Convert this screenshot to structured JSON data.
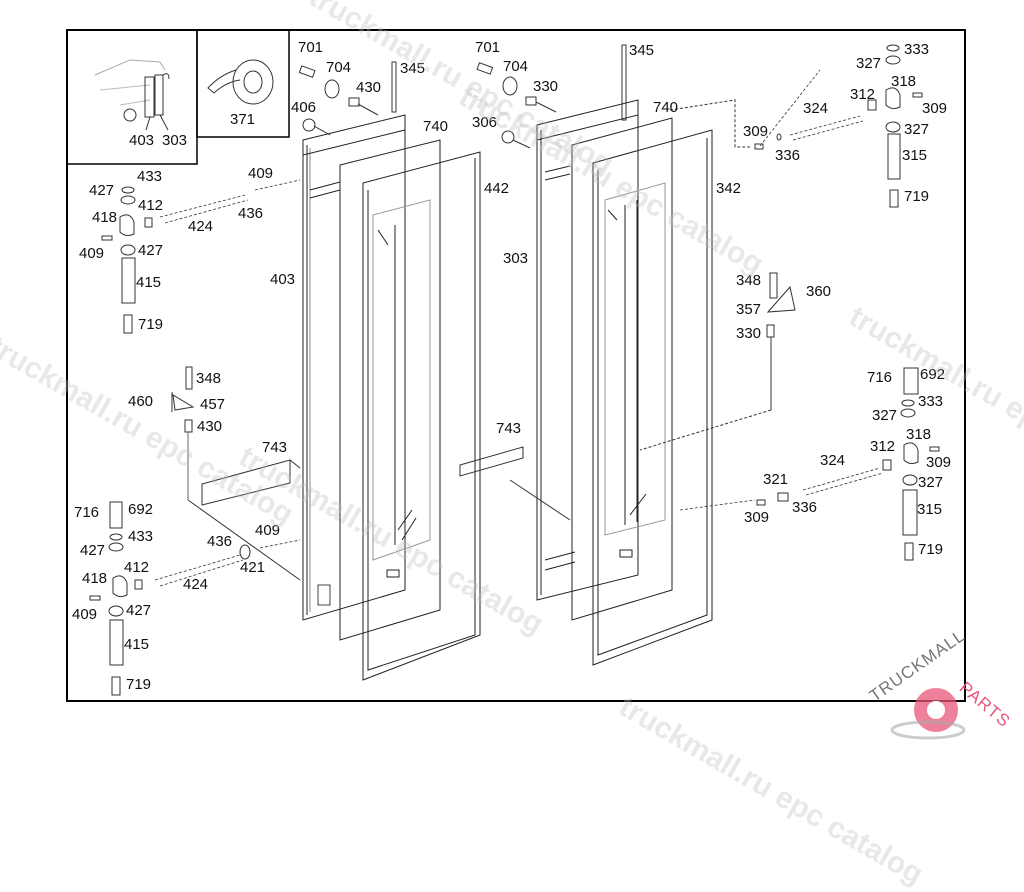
{
  "diagram": {
    "type": "exploded parts diagram",
    "subject": "door assemblies with hinge parts",
    "inset_labels": [
      "403",
      "303",
      "371"
    ],
    "labels": [
      {
        "id": "l1",
        "text": "701"
      },
      {
        "id": "l2",
        "text": "704"
      },
      {
        "id": "l3",
        "text": "345"
      },
      {
        "id": "l4",
        "text": "430"
      },
      {
        "id": "l5",
        "text": "406"
      },
      {
        "id": "l6",
        "text": "740"
      },
      {
        "id": "l7",
        "text": "442"
      },
      {
        "id": "l8",
        "text": "403"
      },
      {
        "id": "l9",
        "text": "701"
      },
      {
        "id": "l10",
        "text": "704"
      },
      {
        "id": "l11",
        "text": "330"
      },
      {
        "id": "l12",
        "text": "345"
      },
      {
        "id": "l13",
        "text": "306"
      },
      {
        "id": "l14",
        "text": "740"
      },
      {
        "id": "l15",
        "text": "342"
      },
      {
        "id": "l16",
        "text": "303"
      },
      {
        "id": "l17",
        "text": "333"
      },
      {
        "id": "l18",
        "text": "327"
      },
      {
        "id": "l19",
        "text": "318"
      },
      {
        "id": "l20",
        "text": "312"
      },
      {
        "id": "l21",
        "text": "309"
      },
      {
        "id": "l22",
        "text": "324"
      },
      {
        "id": "l23",
        "text": "327"
      },
      {
        "id": "l24",
        "text": "309"
      },
      {
        "id": "l25",
        "text": "336"
      },
      {
        "id": "l26",
        "text": "315"
      },
      {
        "id": "l27",
        "text": "719"
      },
      {
        "id": "l28",
        "text": "433"
      },
      {
        "id": "l29",
        "text": "427"
      },
      {
        "id": "l30",
        "text": "409"
      },
      {
        "id": "l31",
        "text": "412"
      },
      {
        "id": "l32",
        "text": "418"
      },
      {
        "id": "l33",
        "text": "424"
      },
      {
        "id": "l34",
        "text": "436"
      },
      {
        "id": "l35",
        "text": "409"
      },
      {
        "id": "l36",
        "text": "427"
      },
      {
        "id": "l37",
        "text": "415"
      },
      {
        "id": "l38",
        "text": "719"
      },
      {
        "id": "l39",
        "text": "348"
      },
      {
        "id": "l40",
        "text": "360"
      },
      {
        "id": "l41",
        "text": "357"
      },
      {
        "id": "l42",
        "text": "330"
      },
      {
        "id": "l43",
        "text": "348"
      },
      {
        "id": "l44",
        "text": "460"
      },
      {
        "id": "l45",
        "text": "457"
      },
      {
        "id": "l46",
        "text": "430"
      },
      {
        "id": "l47",
        "text": "743"
      },
      {
        "id": "l48",
        "text": "743"
      },
      {
        "id": "l49",
        "text": "716"
      },
      {
        "id": "l50",
        "text": "692"
      },
      {
        "id": "l51",
        "text": "333"
      },
      {
        "id": "l52",
        "text": "327"
      },
      {
        "id": "l53",
        "text": "318"
      },
      {
        "id": "l54",
        "text": "312"
      },
      {
        "id": "l55",
        "text": "309"
      },
      {
        "id": "l56",
        "text": "324"
      },
      {
        "id": "l57",
        "text": "327"
      },
      {
        "id": "l58",
        "text": "321"
      },
      {
        "id": "l59",
        "text": "336"
      },
      {
        "id": "l60",
        "text": "309"
      },
      {
        "id": "l61",
        "text": "315"
      },
      {
        "id": "l62",
        "text": "719"
      },
      {
        "id": "l63",
        "text": "716"
      },
      {
        "id": "l64",
        "text": "692"
      },
      {
        "id": "l65",
        "text": "433"
      },
      {
        "id": "l66",
        "text": "427"
      },
      {
        "id": "l67",
        "text": "412"
      },
      {
        "id": "l68",
        "text": "418"
      },
      {
        "id": "l69",
        "text": "436"
      },
      {
        "id": "l70",
        "text": "409"
      },
      {
        "id": "l71",
        "text": "421"
      },
      {
        "id": "l72",
        "text": "424"
      },
      {
        "id": "l73",
        "text": "409"
      },
      {
        "id": "l74",
        "text": "427"
      },
      {
        "id": "l75",
        "text": "415"
      },
      {
        "id": "l76",
        "text": "719"
      }
    ]
  },
  "watermark": {
    "text": "truckmall.ru epc catalog",
    "logo_part1": "TRUCKMALL",
    "logo_part2": "PARTS",
    "logo_color": "#e8557a"
  }
}
